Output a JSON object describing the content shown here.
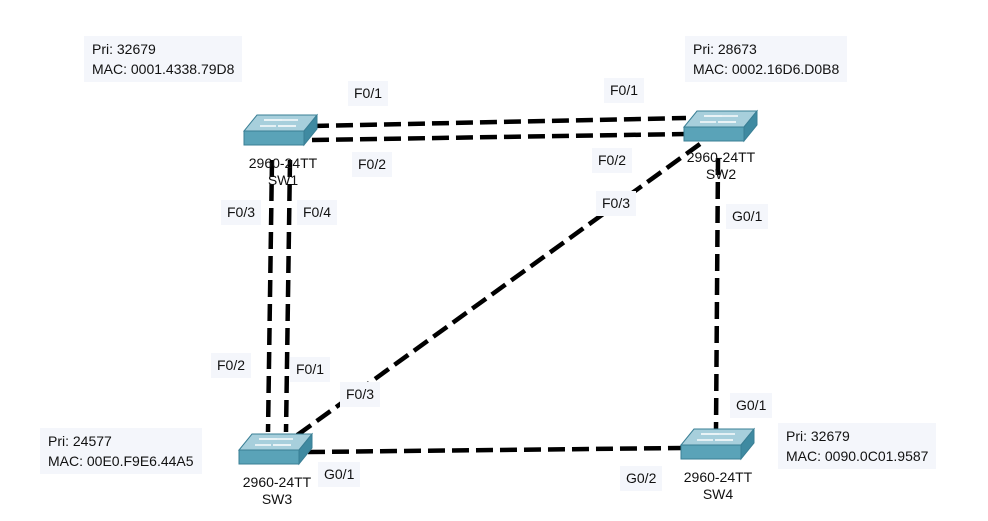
{
  "switches": {
    "sw1": {
      "name": "SW1",
      "model": "2960-24TT",
      "priority": "Pri: 32679",
      "mac": "MAC: 0001.4338.79D8"
    },
    "sw2": {
      "name": "SW2",
      "model": "2960-24TT",
      "priority": "Pri: 28673",
      "mac": "MAC: 0002.16D6.D0B8"
    },
    "sw3": {
      "name": "SW3",
      "model": "2960-24TT",
      "priority": "Pri: 24577",
      "mac": "MAC: 00E0.F9E6.44A5"
    },
    "sw4": {
      "name": "SW4",
      "model": "2960-24TT",
      "priority": "Pri: 32679",
      "mac": "MAC: 0090.0C01.9587"
    }
  },
  "ports": {
    "sw1_f01": "F0/1",
    "sw1_f02": "F0/2",
    "sw1_f03": "F0/3",
    "sw1_f04": "F0/4",
    "sw2_f01": "F0/1",
    "sw2_f02": "F0/2",
    "sw2_f03": "F0/3",
    "sw2_g01": "G0/1",
    "sw3_f02": "F0/2",
    "sw3_f01": "F0/1",
    "sw3_f03": "F0/3",
    "sw3_g01": "G0/1",
    "sw4_g01": "G0/1",
    "sw4_g02": "G0/2"
  },
  "colors": {
    "link": "#000000",
    "switch_top": "#8fbfd0",
    "switch_side": "#4f97ad",
    "label_bg": "#f4f6fb"
  },
  "icons": {
    "switch": "switch-icon"
  }
}
